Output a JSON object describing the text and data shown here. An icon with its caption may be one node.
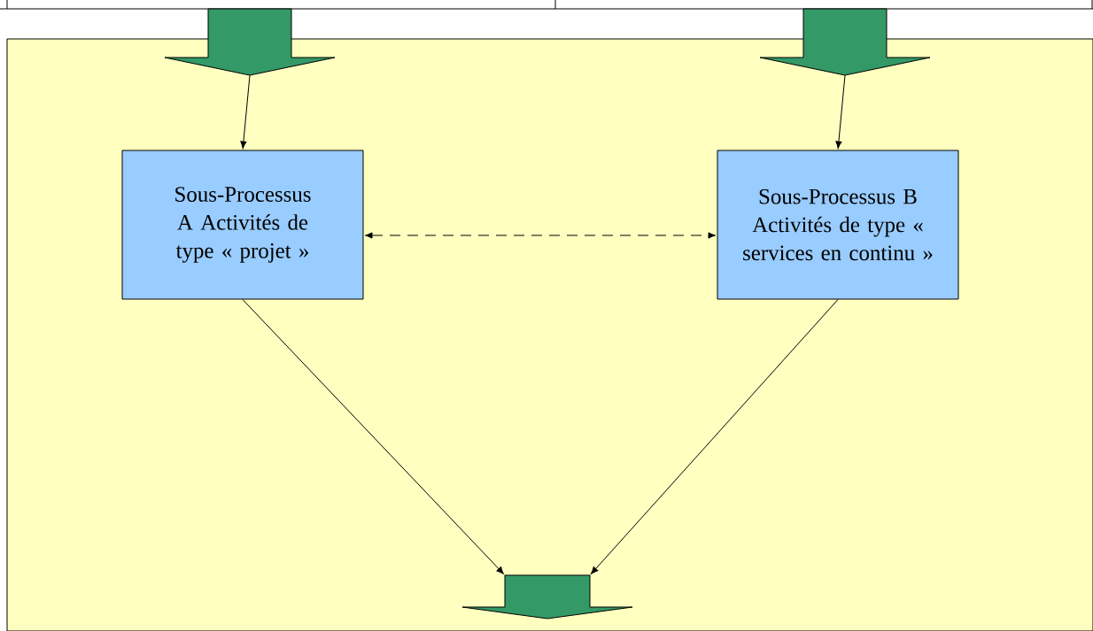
{
  "diagram": {
    "nodes": [
      {
        "text": [],
        "shape": "box"
      },
      {
        "text": [],
        "shape": "arrow"
      },
      {
        "text": [],
        "shape": "arrow"
      },
      {
        "text": [
          "Sous-Processus A Activités de type « projet »"
        ],
        "in": 0
      },
      {
        "text": [
          "Sous-Processus B Activités de type « services en continu »"
        ],
        "in": 0
      },
      {
        "text": [],
        "shape": "arrow",
        "in": 0
      }
    ],
    "edges": [
      {
        "from": 1,
        "to": 3,
        "arrow": "to"
      },
      {
        "from": 2,
        "to": 4,
        "arrow": "to"
      },
      {
        "from": 3,
        "to": 4,
        "arrow": "both",
        "style": "dashed"
      },
      {
        "from": 3,
        "to": 5,
        "arrow": "to"
      },
      {
        "from": 4,
        "to": 5,
        "arrow": "to"
      }
    ]
  }
}
